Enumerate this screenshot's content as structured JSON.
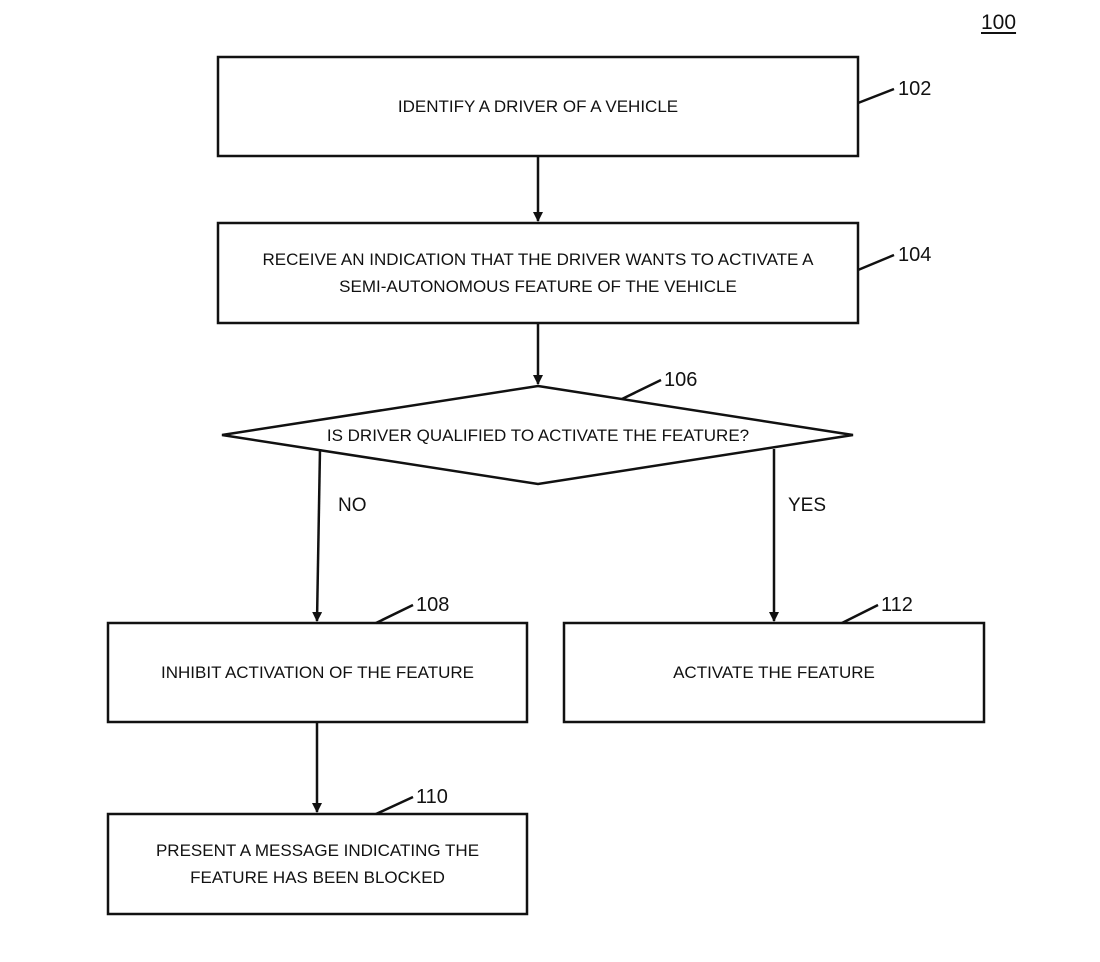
{
  "figure": {
    "number": "100"
  },
  "nodes": {
    "identify_driver": {
      "ref": "102",
      "text": "IDENTIFY A DRIVER OF A VEHICLE"
    },
    "receive_indication": {
      "ref": "104",
      "line1": "RECEIVE AN INDICATION THAT THE DRIVER WANTS TO ACTIVATE A",
      "line2": "SEMI-AUTONOMOUS FEATURE OF THE VEHICLE"
    },
    "qualified_decision": {
      "ref": "106",
      "text": "IS DRIVER QUALIFIED TO ACTIVATE THE FEATURE?"
    },
    "inhibit_activation": {
      "ref": "108",
      "text": "INHIBIT ACTIVATION OF THE FEATURE"
    },
    "present_message": {
      "ref": "110",
      "line1": "PRESENT A MESSAGE INDICATING THE",
      "line2": "FEATURE HAS BEEN BLOCKED"
    },
    "activate_feature": {
      "ref": "112",
      "text": "ACTIVATE THE FEATURE"
    }
  },
  "branches": {
    "no": "NO",
    "yes": "YES"
  }
}
